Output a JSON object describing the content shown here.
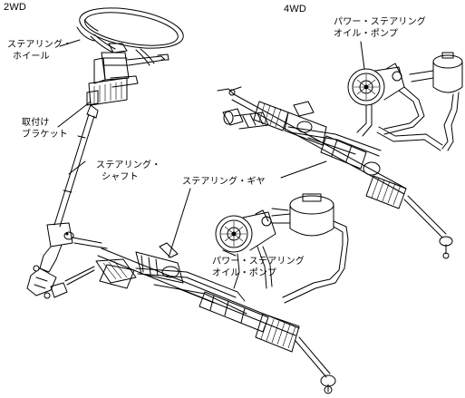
{
  "labels": {
    "two_wd": "2WD",
    "four_wd": "4WD",
    "steering_wheel": [
      "ステアリング・",
      "ホイール"
    ],
    "mount_bracket": [
      "取付け",
      "ブラケット"
    ],
    "steering_shaft": [
      "ステアリング・",
      "シャフト"
    ],
    "steering_gear": "ステアリング・ギヤ",
    "pump_2wd": [
      "パワー・ステアリング",
      "オイル・ポンプ"
    ],
    "pump_4wd": [
      "パワー・ステアリング",
      "オイル・ポンプ"
    ]
  },
  "colors": {
    "ink": "#000000",
    "paper": "#ffffff"
  }
}
